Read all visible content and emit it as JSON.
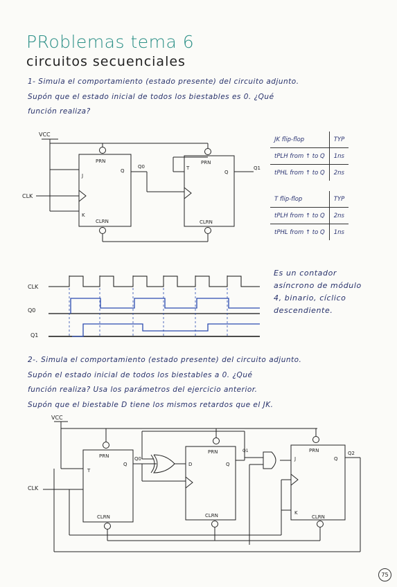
{
  "title": "PRoblemas tema 6",
  "subtitle": "circuitos secuenciales",
  "problem1": {
    "line1": "1- Simula el comportamiento (estado presente) del circuito adjunto.",
    "line2": "Supón que el estado inicial de todos los biestables es 0. ¿Qué",
    "line3": "función realiza?"
  },
  "circuit1": {
    "vcc": "VCC",
    "clk": "CLK",
    "prn": "PRN",
    "clrn": "CLRN",
    "j": "J",
    "k": "K",
    "q": "Q",
    "t": "T",
    "q0": "Q0",
    "q1": "Q1"
  },
  "jk_table": {
    "header": [
      "JK flip-flop",
      "TYP"
    ],
    "rows": [
      [
        "tPLH from ↑ to Q",
        "1ns"
      ],
      [
        "tPHL from ↑ to Q",
        "2ns"
      ]
    ]
  },
  "t_table": {
    "header": [
      "T flip-flop",
      "TYP"
    ],
    "rows": [
      [
        "tPLH from ↑ to Q",
        "2ns"
      ],
      [
        "tPHL from ↑ to Q",
        "1ns"
      ]
    ]
  },
  "timing": {
    "clk": "CLK",
    "q0": "Q0",
    "q1": "Q1"
  },
  "answer1": {
    "line1": "Es un contador",
    "line2": "asíncrono de módulo",
    "line3": "4, binario, cíclico",
    "line4": "descendiente."
  },
  "problem2": {
    "line1": "2-. Simula el comportamiento (estado presente) del circuito adjunto.",
    "line2": "Supón el estado inicial de todos los biestables a 0. ¿Qué",
    "line3": "función realiza? Usa los parámetros del ejercicio anterior.",
    "line4": "Supón que el biestable D tiene los mismos retardos que el JK."
  },
  "circuit2": {
    "vcc": "VCC",
    "clk": "CLK",
    "prn": "PRN",
    "clrn": "CLRN",
    "t": "T",
    "d": "D",
    "j": "J",
    "k": "K",
    "q": "Q",
    "q0": "Q0",
    "q1": "Q1",
    "q2": "Q2"
  },
  "page_number": "75"
}
